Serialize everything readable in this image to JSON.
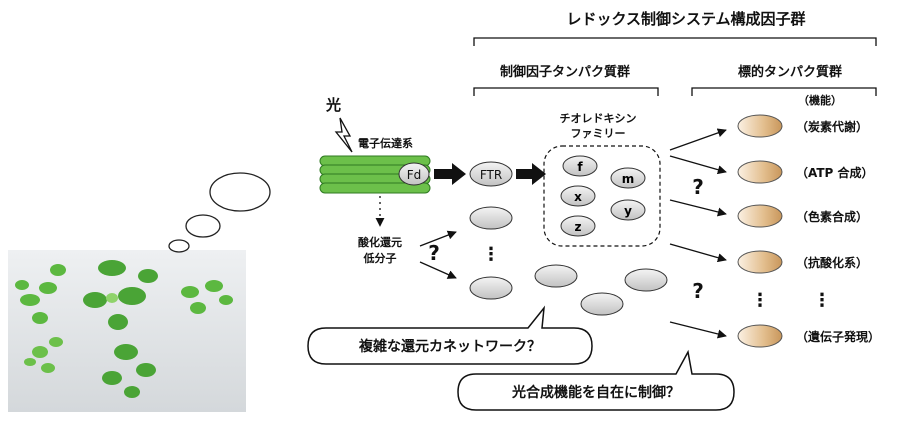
{
  "title": "レドックス制御システム構成因子群",
  "group_left": "制御因子タンパク質群",
  "group_right": "標的タンパク質群",
  "light": "光",
  "electron_transport": "電子伝達系",
  "fd": "Fd",
  "ftr": "FTR",
  "thioredoxin_family": [
    "チオレドキシン",
    "ファミリー"
  ],
  "trx_members": [
    "f",
    "m",
    "x",
    "y",
    "z"
  ],
  "oxidant": [
    "酸化還元",
    "低分子"
  ],
  "question": "?",
  "ellipsis": "⋮",
  "function_header": "（機能）",
  "functions": [
    "（炭素代謝）",
    "（ATP 合成）",
    "（色素合成）",
    "（抗酸化系）",
    "（遺伝子発現）"
  ],
  "callout_network": "複雑な還元カネットワーク？",
  "callout_control": "光合成機能を自在に制御？",
  "colors": {
    "thylakoid_fill": "#6cc04a",
    "target_oval": "#d9b07c",
    "gray_oval": "#d6d6d6",
    "plate_bg": "#e9ecef"
  }
}
